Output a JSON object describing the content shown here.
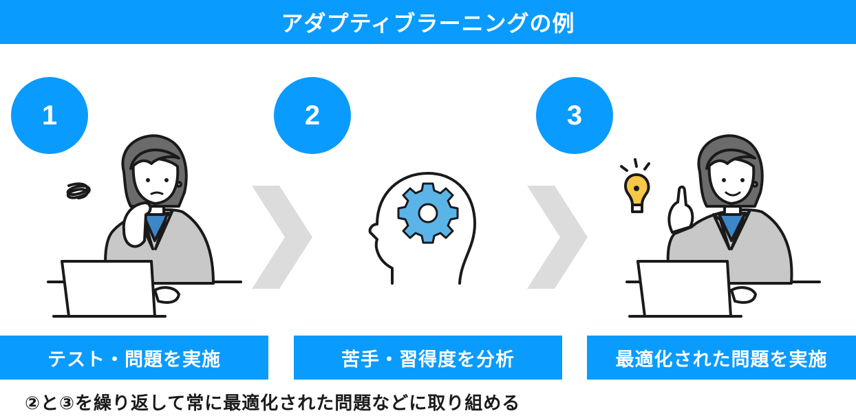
{
  "title": "アダプティブラーニングの例",
  "steps": [
    {
      "number": "1",
      "label": "テスト・問題を実施"
    },
    {
      "number": "2",
      "label": "苦手・習得度を分析"
    },
    {
      "number": "3",
      "label": "最適化された問題を実施"
    }
  ],
  "footer": "②と③を繰り返して常に最適化された問題などに取り組める",
  "colors": {
    "accent": "#0a9bff",
    "arrow": "#dcdcdc",
    "gear": "#5ab4e8",
    "bulb": "#f5c84a",
    "jacket": "#c8c8c8",
    "shirt": "#3d87c9"
  }
}
